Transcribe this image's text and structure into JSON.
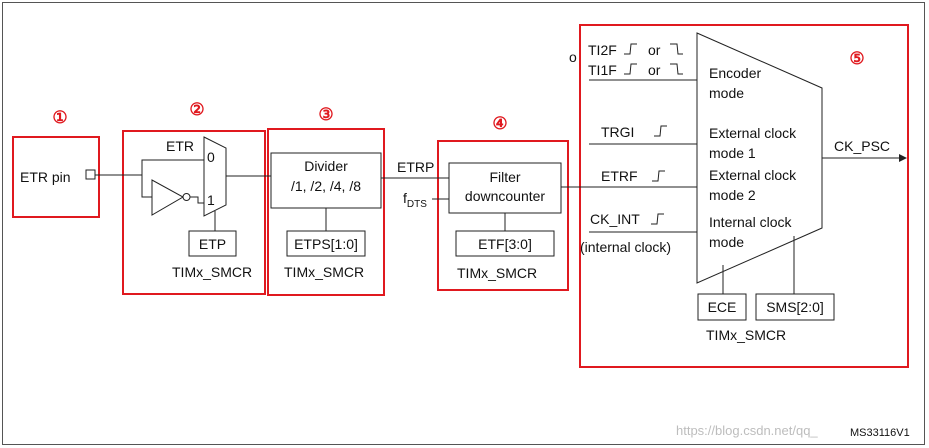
{
  "colors": {
    "accent": "#e0191f",
    "line": "#222222",
    "watermark": "#bdbdbd"
  },
  "sections": [
    {
      "number": "①"
    },
    {
      "number": "②"
    },
    {
      "number": "③"
    },
    {
      "number": "④"
    },
    {
      "number": "⑤"
    }
  ],
  "etr_pin": {
    "label": "ETR pin"
  },
  "mux": {
    "etr_label": "ETR",
    "input0": "0",
    "input1": "1",
    "etp": "ETP",
    "reg": "TIMx_SMCR"
  },
  "divider": {
    "title": "Divider",
    "ratios": "/1, /2, /4, /8",
    "field": "ETPS[1:0]",
    "reg": "TIMx_SMCR"
  },
  "etrp_label": "ETRP",
  "fdts": {
    "f": "f",
    "sub": "DTS"
  },
  "filter": {
    "line1": "Filter",
    "line2": "downcounter",
    "field": "ETF[3:0]",
    "reg": "TIMx_SMCR"
  },
  "inputs": {
    "or_prefix": "o",
    "ti2f": "TI2F",
    "ti1f": "TI1F",
    "or_word": "or",
    "trgi": "TRGI",
    "etrf": "ETRF",
    "ck_int": "CK_INT",
    "internal_clock": "(internal clock)"
  },
  "modes": {
    "encoder_1": "Encoder",
    "encoder_2": "mode",
    "ext1_1": "External clock",
    "ext1_2": "mode 1",
    "ext2_1": "External clock",
    "ext2_2": "mode 2",
    "int_1": "Internal clock",
    "int_2": "mode"
  },
  "output": "CK_PSC",
  "ece": "ECE",
  "sms": "SMS[2:0]",
  "reg5": "TIMx_SMCR",
  "footer": {
    "watermark": "https://blog.csdn.net/qq_",
    "figure_id": "MS33116V1"
  }
}
